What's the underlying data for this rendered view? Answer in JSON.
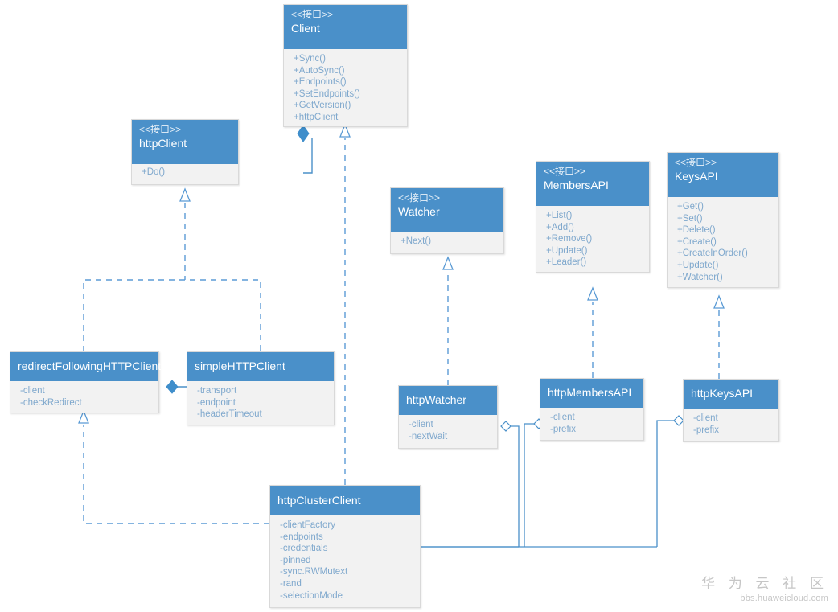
{
  "diagram": {
    "title": "etcd client UML class diagram",
    "colors": {
      "header_fill": "#4a90c9",
      "body_fill": "#f2f2f2",
      "border": "#d9d9d9",
      "member_text": "#7fa8cd",
      "header_text": "#ffffff",
      "stereotype_text": "#eaf2f9",
      "connector": "#4a90c9",
      "watermark": "#c6c6c6"
    },
    "stereotype_interface": "<<接口>>",
    "classes": [
      {
        "id": "client",
        "stereotype": "<<接口>>",
        "name": "Client",
        "members": [
          "+Sync()",
          "+AutoSync()",
          "+Endpoints()",
          "+SetEndpoints()",
          "+GetVersion()",
          "+httpClient"
        ]
      },
      {
        "id": "httpclient-iface",
        "stereotype": "<<接口>>",
        "name": "httpClient",
        "members": [
          "+Do()"
        ]
      },
      {
        "id": "watcher",
        "stereotype": "<<接口>>",
        "name": "Watcher",
        "members": [
          "+Next()"
        ]
      },
      {
        "id": "membersapi",
        "stereotype": "<<接口>>",
        "name": "MembersAPI",
        "members": [
          "+List()",
          "+Add()",
          "+Remove()",
          "+Update()",
          "+Leader()"
        ]
      },
      {
        "id": "keysapi",
        "stereotype": "<<接口>>",
        "name": "KeysAPI",
        "members": [
          "+Get()",
          "+Set()",
          "+Delete()",
          "+Create()",
          "+CreateInOrder()",
          "+Update()",
          "+Watcher()"
        ]
      },
      {
        "id": "redirectfollowinghttpclient",
        "stereotype": "",
        "name": "redirectFollowingHTTPClient",
        "members": [
          "-client",
          "-checkRedirect"
        ]
      },
      {
        "id": "simplehttpclient",
        "stereotype": "",
        "name": "simpleHTTPClient",
        "members": [
          "-transport",
          "-endpoint",
          "-headerTimeout"
        ]
      },
      {
        "id": "httpwatcher",
        "stereotype": "",
        "name": "httpWatcher",
        "members": [
          "-client",
          "-nextWait"
        ]
      },
      {
        "id": "httpmembersapi",
        "stereotype": "",
        "name": "httpMembersAPI",
        "members": [
          "-client",
          "-prefix"
        ]
      },
      {
        "id": "httpkeysapi",
        "stereotype": "",
        "name": "httpKeysAPI",
        "members": [
          "-client",
          "-prefix"
        ]
      },
      {
        "id": "httpclusterclient",
        "stereotype": "",
        "name": "httpClusterClient",
        "members": [
          "-clientFactory",
          "-endpoints",
          "-credentials",
          "-pinned",
          "-sync.RWMutext",
          "-rand",
          "-selectionMode"
        ]
      }
    ],
    "relations": [
      {
        "from": "client",
        "to": "httpclient-iface",
        "type": "composition"
      },
      {
        "from": "httpclusterclient",
        "to": "client",
        "type": "realization"
      },
      {
        "from": "redirectfollowinghttpclient",
        "to": "httpclient-iface",
        "type": "realization"
      },
      {
        "from": "simplehttpclient",
        "to": "httpclient-iface",
        "type": "realization"
      },
      {
        "from": "redirectfollowinghttpclient",
        "to": "simplehttpclient",
        "type": "composition"
      },
      {
        "from": "httpwatcher",
        "to": "watcher",
        "type": "realization"
      },
      {
        "from": "httpmembersapi",
        "to": "membersapi",
        "type": "realization"
      },
      {
        "from": "httpkeysapi",
        "to": "keysapi",
        "type": "realization"
      },
      {
        "from": "httpclusterclient",
        "to": "redirectfollowinghttpclient",
        "type": "realization"
      },
      {
        "from": "httpwatcher",
        "to": "httpclusterclient",
        "type": "aggregation"
      },
      {
        "from": "httpmembersapi",
        "to": "httpclusterclient",
        "type": "aggregation"
      },
      {
        "from": "httpkeysapi",
        "to": "httpclusterclient",
        "type": "aggregation"
      }
    ]
  },
  "watermark": {
    "cn": "华 为 云 社 区",
    "en": "bbs.huaweicloud.com"
  }
}
